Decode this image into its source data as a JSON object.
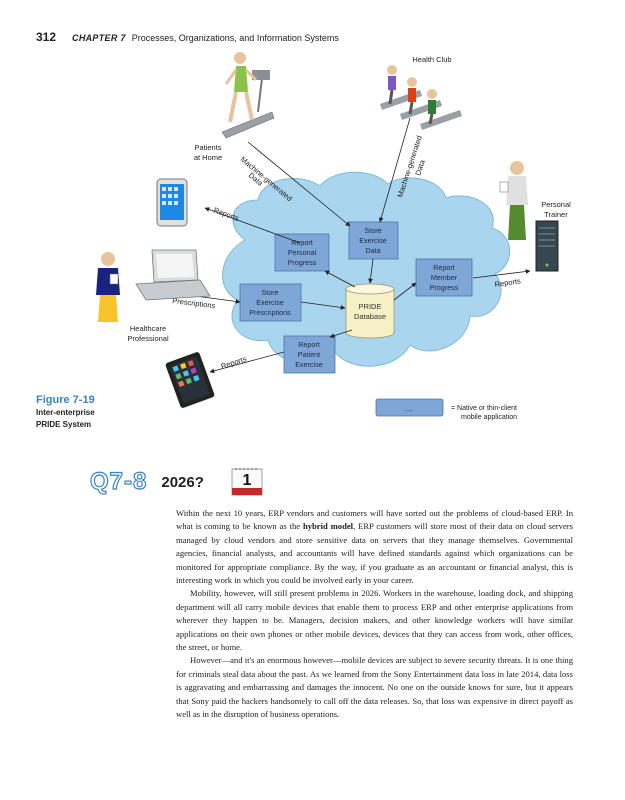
{
  "header": {
    "page_number": "312",
    "chapter": "CHAPTER 7",
    "title": "Processes, Organizations, and Information Systems"
  },
  "diagram": {
    "health_club": "Health Club",
    "patients_at_home": [
      "Patients",
      "at Home"
    ],
    "personal_trainer": [
      "Personal",
      "Trainer"
    ],
    "healthcare_professional": [
      "Healthcare",
      "Professional"
    ],
    "machine_generated_data_1": [
      "Machine-generated",
      "Data"
    ],
    "machine_generated_data_2": [
      "Machine-generated",
      "Data"
    ],
    "reports_1": "Reports",
    "reports_2": "Reports",
    "reports_3": "Reports",
    "prescriptions": "Prescriptions",
    "box_report_personal_progress": [
      "Report",
      "Personal",
      "Progress"
    ],
    "box_store_exercise_data": [
      "Store",
      "Exercise",
      "Data"
    ],
    "box_report_member_progress": [
      "Report",
      "Member",
      "Progress"
    ],
    "box_store_exercise_prescriptions": [
      "Store",
      "Exercise",
      "Prescriptions"
    ],
    "box_report_patient_exercise": [
      "Report",
      "Patient",
      "Exercise"
    ],
    "database": [
      "PRIDE",
      "Database"
    ],
    "legend_box": "...",
    "legend_text": [
      "= Native or thin-client",
      "mobile application"
    ],
    "colors": {
      "cloud": "#a9d6ee",
      "box": "#7ea6d6",
      "db": "#f6f1c4",
      "accent": "#3a83c4"
    }
  },
  "figure": {
    "number": "Figure 7-19",
    "caption": [
      "Inter-enterprise",
      "PRIDE System"
    ]
  },
  "section": {
    "number": "Q7-8",
    "title": "2026?",
    "calendar_day": "1"
  },
  "body": {
    "p1_a": "Within the next 10 years, ERP vendors and customers will have sorted out the problems of cloud-based ERP. In what is coming to be known as the ",
    "p1_bold": "hybrid model",
    "p1_b": ", ERP customers will store most of their data on cloud servers managed by cloud vendors and store sensitive data on servers that they manage themselves. Governmental agencies, financial analysts, and accountants will have defined standards against which organizations can be monitored for appropriate compliance. By the way, if you graduate as an accountant or financial analyst, this is interesting work in which you could be involved early in your career.",
    "p2": "Mobility, however, will still present problems in 2026. Workers in the warehouse, loading dock, and shipping department will all carry mobile devices that enable them to process ERP and other enterprise applications from wherever they happen to be. Managers, decision makers, and other knowledge workers will have similar applications on their own phones or other mobile devices, devices that they can access from work, other offices, the street, or home.",
    "p3": "However—and it's an enormous however—mobile devices are subject to severe security threats. It is one thing for criminals steal data about the past. As we learned from the Sony Entertainment data loss in late 2014, data loss is aggravating and embarrassing and damages the innocent. No one on the outside knows for sure, but it appears that Sony paid the hackers handsomely to call off the data releases. So, that loss was expensive in direct payoff as well as in the disruption of business operations."
  }
}
